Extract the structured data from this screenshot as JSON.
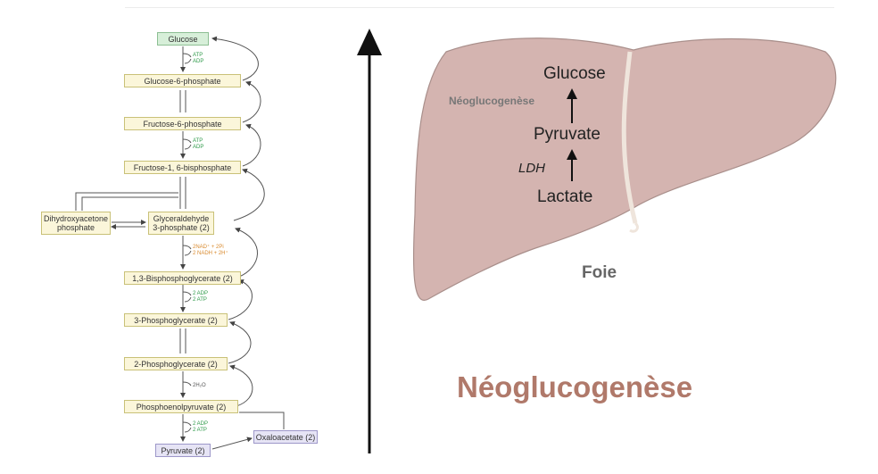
{
  "pathway": {
    "glucose": "Glucose",
    "g6p": "Glucose-6-phosphate",
    "f6p": "Fructose-6-phosphate",
    "f16bp": "Fructose-1, 6-bisphosphate",
    "dhap": "Dihydroxyacetone\nphosphate",
    "g3p": "Glyceraldehyde\n3-phosphate (2)",
    "bpg": "1,3-Bisphosphoglycerate (2)",
    "pg3": "3-Phosphoglycerate (2)",
    "pg2": "2-Phosphoglycerate (2)",
    "pep": "Phosphoenolpyruvate (2)",
    "pyruvate": "Pyruvate (2)",
    "oaa": "Oxaloacetate (2)",
    "step1": "ATP\nADP",
    "step2": "ATP\nADP",
    "step3": "2NAD⁺ + 2Pi\n2 NADH + 2H⁺",
    "step4": "2 ADP\n2 ATP",
    "step5": "2H₂O",
    "step6": "2 ADP\n2 ATP"
  },
  "liver": {
    "glucose": "Glucose",
    "pyruvate": "Pyruvate",
    "lactate": "Lactate",
    "ldh": "LDH",
    "neo_small": "Néoglucogenèse",
    "organ": "Foie"
  },
  "title": "Néoglucogenèse",
  "colors": {
    "liver_fill": "#d4b4b0",
    "title_color": "#b0796a",
    "cofactor_green": "#2f9a4a",
    "cofactor_orange": "#d98a2e"
  }
}
